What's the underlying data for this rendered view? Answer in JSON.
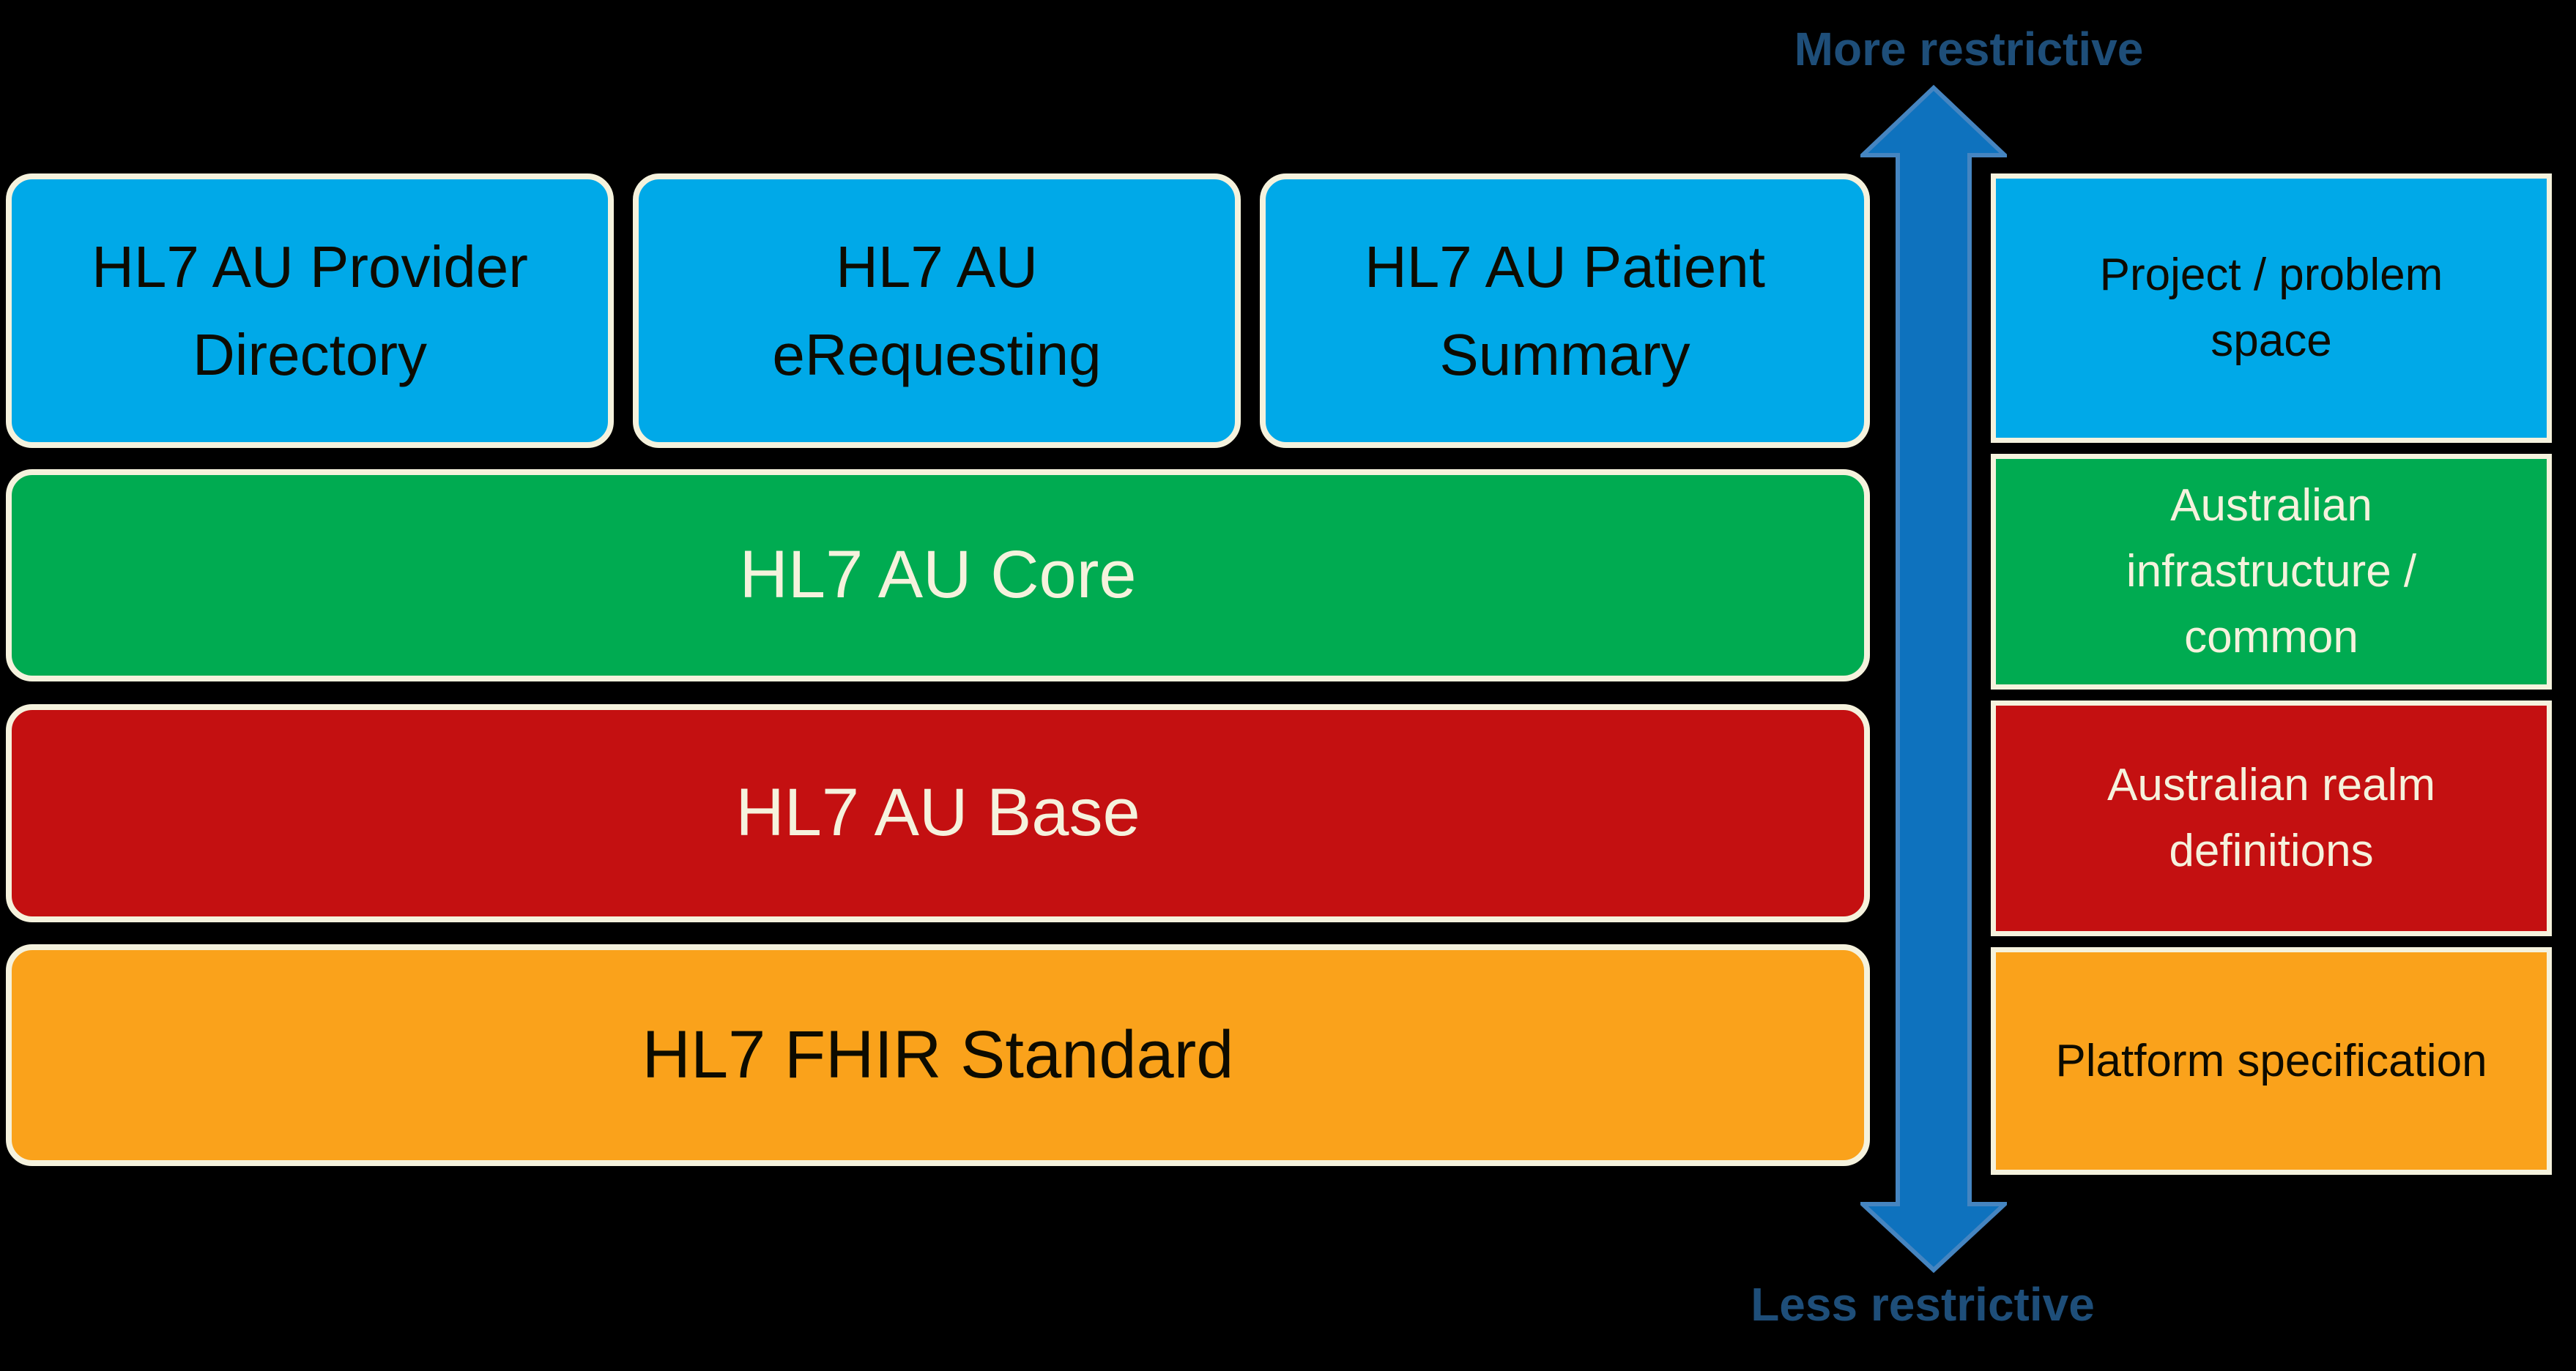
{
  "axis": {
    "top_label": "More restrictive",
    "bottom_label": "Less restrictive"
  },
  "stack": {
    "top_row": [
      {
        "label": "HL7 AU Provider Directory",
        "color": "#00A9E8"
      },
      {
        "label": "HL7 AU eRequesting",
        "color": "#00A9E8"
      },
      {
        "label": "HL7 AU Patient Summary",
        "color": "#00A9E8"
      }
    ],
    "rows": [
      {
        "label": "HL7 AU Core",
        "color": "#00AB51"
      },
      {
        "label": "HL7 AU Base",
        "color": "#C41011"
      },
      {
        "label": "HL7 FHIR Standard",
        "color": "#FAA21B"
      }
    ]
  },
  "legend": [
    {
      "label": "Project / problem space",
      "color": "#00A9E8"
    },
    {
      "label": "Australian infrastructure / common",
      "color": "#00AB51"
    },
    {
      "label": "Australian realm definitions",
      "color": "#C41011"
    },
    {
      "label": "Platform specification",
      "color": "#FAA21B"
    }
  ],
  "colors": {
    "background": "#000000",
    "project_blue": "#00A9E8",
    "infrastructure_green": "#00AB51",
    "realm_red": "#C41011",
    "platform_orange": "#FAA21B",
    "box_border_cream": "#F5F2DD",
    "cream_text": "#F5F2DD",
    "dark_text": "#0D0B00",
    "arrow_fill": "#0E72BE",
    "arrow_outline": "#4585C1",
    "axis_label_blue": "#1E4E79"
  }
}
